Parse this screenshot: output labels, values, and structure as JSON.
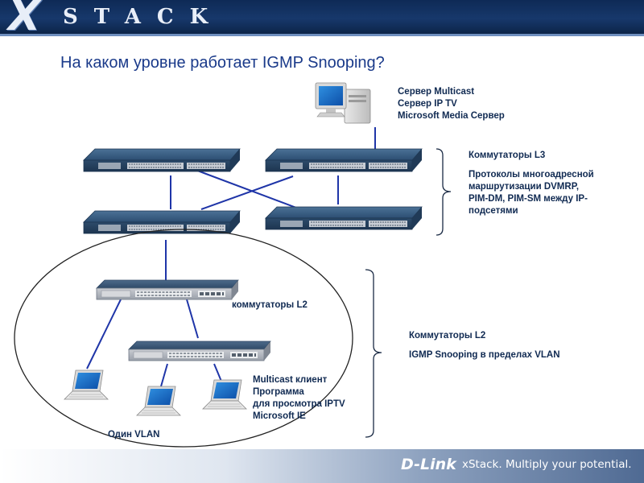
{
  "header": {
    "logo_x": "X",
    "logo_stack": "STACK"
  },
  "title": "На каком уровне работает IGMP Snooping?",
  "server_label": [
    "Сервер Multicast",
    "Сервер IP TV",
    "Microsoft Media Сервер"
  ],
  "l3_group": {
    "heading": "Коммутаторы L3",
    "description": [
      "Протоколы многоадресной",
      "маршрутизации  DVMRP,",
      "PIM-DM, PIM-SM между IP-",
      "подсетями"
    ]
  },
  "l2_switch_label": "коммутаторы L2",
  "l2_group": {
    "heading": "Коммутаторы L2",
    "description": "IGMP Snooping в пределах VLAN"
  },
  "client_label": [
    "Multicast клиент",
    "Программа",
    "для просмотра IPTV",
    "Microsoft IE"
  ],
  "vlan_label": "Один  VLAN",
  "footer": {
    "brand": "D-Link",
    "tagline": "xStack. Multiply your potential."
  },
  "colors": {
    "header_bg": "#17386b",
    "title": "#1a3a8a",
    "link_line": "#1f35a8",
    "switch_body": "#2e4f73"
  }
}
